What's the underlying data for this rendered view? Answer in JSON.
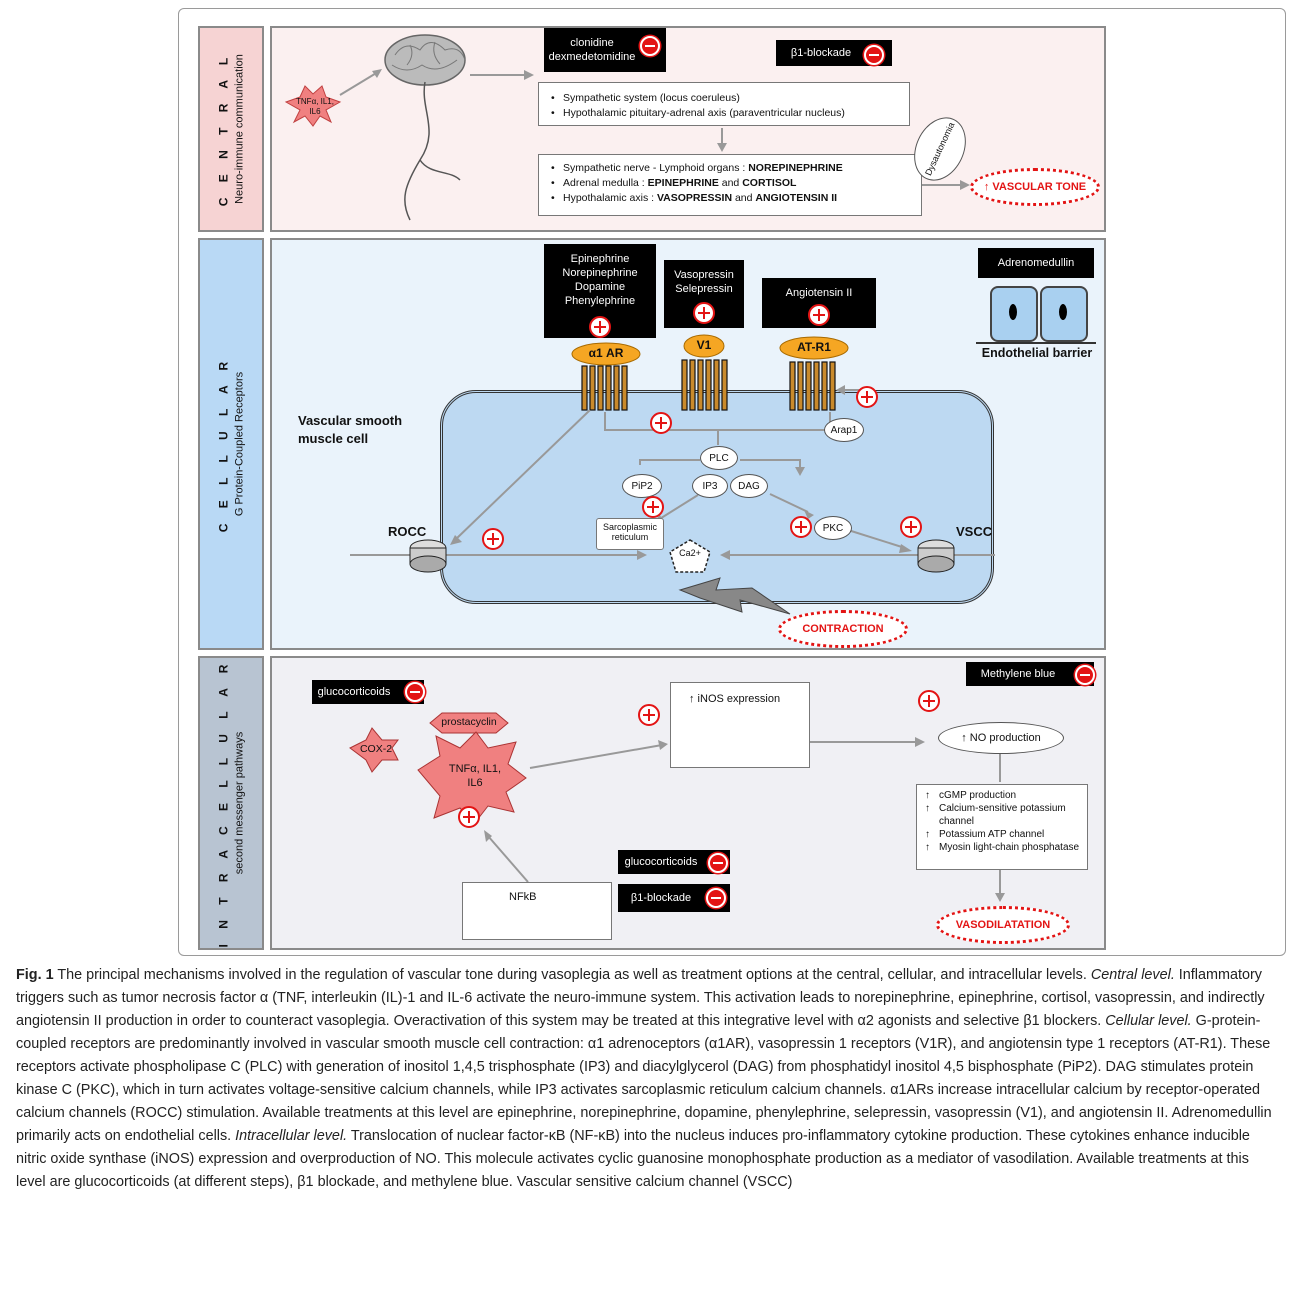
{
  "central": {
    "title": "C E N T R A L",
    "subtitle": "Neuro-immune communication",
    "cytokine": "TNFα, IL1, IL6",
    "drug1_line1": "clonidine",
    "drug1_line2": "dexmedetomidine",
    "drug2": "β1-blockade",
    "box1": [
      "Sympathetic system (locus coeruleus)",
      "Hypothalamic pituitary-adrenal axis (paraventricular nucleus)"
    ],
    "box2": [
      {
        "pre": "Sympathetic nerve - Lymphoid organs : ",
        "bold": "NOREPINEPHRINE",
        "mid": "",
        "bold2": ""
      },
      {
        "pre": "Adrenal medulla :  ",
        "bold": "EPINEPHRINE",
        "mid": " and ",
        "bold2": "CORTISOL"
      },
      {
        "pre": "Hypothalamic axis : ",
        "bold": "VASOPRESSIN",
        "mid": " and ",
        "bold2": "ANGIOTENSIN II"
      }
    ],
    "dysautonomia": "Dysautonomia",
    "outcome": "↑ VASCULAR TONE"
  },
  "cellular": {
    "title": "C E L L U L A R",
    "subtitle": "G Protein-Coupled Receptors",
    "agonists1": [
      "Epinephrine",
      "Norepinephrine",
      "Dopamine",
      "Phenylephrine"
    ],
    "agonists2": [
      "Vasopressin",
      "Selepressin"
    ],
    "agonists3": "Angiotensin II",
    "adrenomedullin": "Adrenomedullin",
    "endothelial": "Endothelial barrier",
    "receptor1": "α1 AR",
    "receptor2": "V1",
    "receptor3": "AT-R1",
    "arap": "Arap1",
    "cell_label": "Vascular smooth muscle cell",
    "plc": "PLC",
    "pip2": "PiP2",
    "ip3": "IP3",
    "dag": "DAG",
    "pkc": "PKC",
    "sr": "Sarcoplasmic reticulum",
    "ca": "Ca2+",
    "rocc": "ROCC",
    "vscc": "VSCC",
    "outcome": "CONTRACTION"
  },
  "intracellular": {
    "title": "I N T R A C E L L U L A R",
    "subtitle": "second messenger pathways",
    "glucocorticoids": "glucocorticoids",
    "prostacyclin": "prostacyclin",
    "cox2": "COX-2",
    "cytokines": "TNFα, IL1, IL6",
    "inos": "↑ iNOS expression",
    "methylene": "Methylene blue",
    "no": "↑ NO production",
    "effects": [
      "cGMP production",
      "Calcium-sensitive potassium channel",
      "Potassium ATP channel",
      "Myosin light-chain phosphatase"
    ],
    "nfkb": "NFkB",
    "glucocorticoids2": "glucocorticoids",
    "beta_blockade": "β1-blockade",
    "outcome": "VASODILATATION"
  },
  "caption": {
    "fig": "Fig. 1",
    "intro": " The principal mechanisms involved in the regulation of vascular tone during vasoplegia as well as treatment options at the central, cellular, and intracellular levels. ",
    "central_head": "Central level.",
    "central_text": " Inflammatory triggers such as tumor necrosis factor α (TNF, interleukin (IL)-1 and IL-6 activate the neuro-immune system. This activation leads to norepinephrine, epinephrine, cortisol, vasopressin, and indirectly angiotensin II production in order to counteract vasoplegia. Overactivation of this system may be treated at this integrative level with α2 agonists and selective β1 blockers. ",
    "cellular_head": "Cellular level.",
    "cellular_text": " G-protein-coupled receptors are predominantly involved in vascular smooth muscle cell contraction: α1 adrenoceptors (α1AR), vasopressin 1 receptors (V1R), and angiotensin type 1 receptors (AT-R1). These receptors activate phospholipase C (PLC) with generation of inositol 1,4,5 trisphosphate (IP3) and diacylglycerol (DAG) from phosphatidyl inositol 4,5 bisphosphate (PiP2). DAG stimulates protein kinase C (PKC), which in turn activates voltage-sensitive calcium channels, while IP3 activates sarcoplasmic reticulum calcium channels. α1ARs increase intracellular calcium by receptor-operated calcium channels (ROCC) stimulation. Available treatments at this level are epinephrine, norepinephrine, dopamine, phenylephrine, selepressin, vasopressin (V1), and angiotensin II. Adrenomedullin primarily acts on endothelial cells. ",
    "intra_head": "Intracellular level.",
    "intra_text": " Translocation of nuclear factor-κB (NF-κB) into the nucleus induces pro-inflammatory cytokine production. These cytokines enhance inducible nitric oxide synthase (iNOS) expression and overproduction of NO. This molecule activates cyclic guanosine monophosphate production as a mediator of vasodilation. Available treatments at this level are glucocorticoids (at different steps), β1 blockade, and methylene blue. Vascular sensitive calcium channel (VSCC)"
  }
}
